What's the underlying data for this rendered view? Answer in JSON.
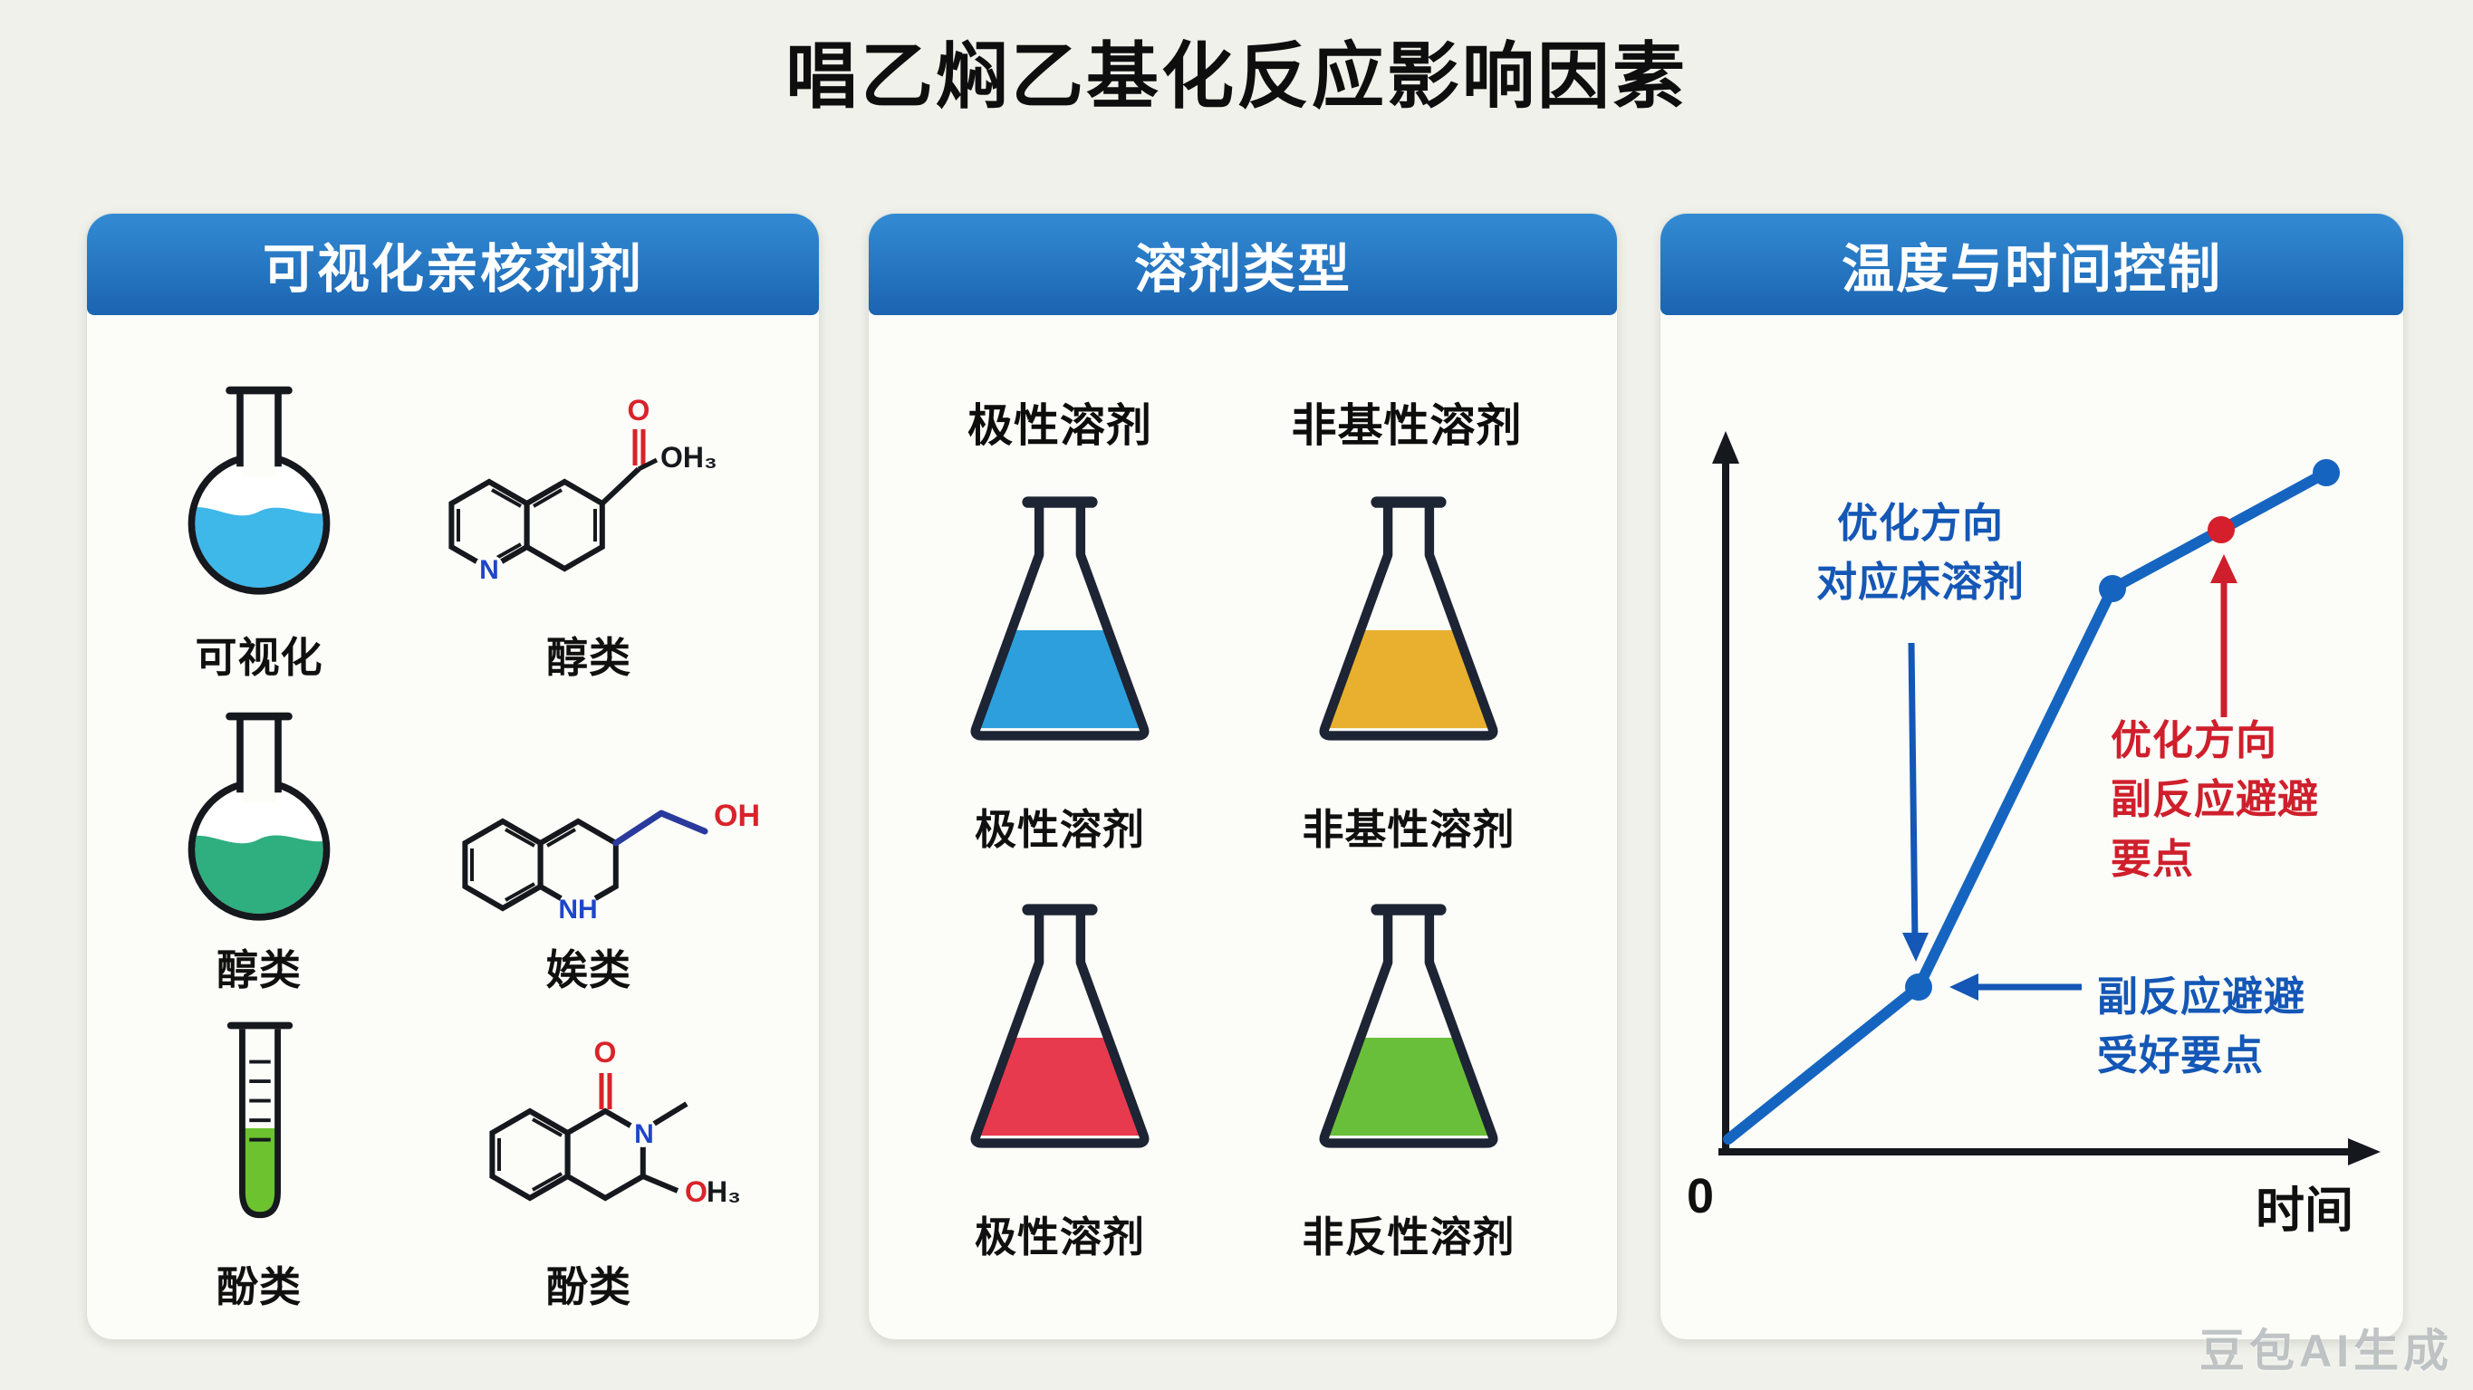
{
  "title": "唱乙焖乙基化反应影响因素",
  "watermark": "豆包AI生成",
  "colors": {
    "flask_round_blue": "#3eb7e9",
    "flask_round_green": "#2fae7f",
    "tube_green": "#6cc22f",
    "line_blue": "#1565c0",
    "accent_red": "#d61f2c"
  },
  "panel_nucleophile": {
    "header": "可视化亲核剂剂",
    "flask1_label": "可视化",
    "struct1_label": "醇类",
    "flask2_label": "醇类",
    "struct2_label": "娭类",
    "tube_label": "酚类",
    "struct3_label": "酚类",
    "struct1": {
      "o": "O",
      "oh3": "OH₃",
      "n": "N"
    },
    "struct2": {
      "oh": "OH",
      "nh": "NH"
    },
    "struct3": {
      "o_top": "O",
      "n": "N",
      "o_bottom": "O",
      "h3": "H₃"
    }
  },
  "panel_solvent": {
    "header": "溶剂类型",
    "col1_header": "极性溶剂",
    "col2_header": "非基性溶剂",
    "flask1": {
      "label": "极性溶剂",
      "color": "#2d9fdd"
    },
    "flask2": {
      "label": "非基性溶剂",
      "color": "#e8b02e"
    },
    "flask3": {
      "label": "极性溶剂",
      "color": "#e83a4e"
    },
    "flask4": {
      "label": "非反性溶剂",
      "color": "#6abf3a"
    }
  },
  "panel_temperature": {
    "header": "温度与时间控制",
    "origin_label": "0",
    "x_axis_label": "时间",
    "anno_optimize": {
      "line1": "优化方向",
      "line2": "对应床溶剂"
    },
    "anno_side_red": {
      "line1": "优化方向",
      "line2": "副反应避避",
      "line3": "要点"
    },
    "anno_side_blue": {
      "line1": "副反应避避",
      "line2": "受好要点"
    },
    "chart": {
      "type": "line",
      "x_label": "时间",
      "origin_tick": "0",
      "points_norm": [
        [
          0,
          0
        ],
        [
          0.32,
          0.23
        ],
        [
          0.64,
          0.83
        ],
        [
          0.82,
          0.91
        ],
        [
          1.0,
          1.0
        ]
      ],
      "point_colors": [
        "#1565c0",
        "#1565c0",
        "#d61f2c",
        "#1565c0"
      ],
      "line_color": "#1565c0"
    }
  }
}
